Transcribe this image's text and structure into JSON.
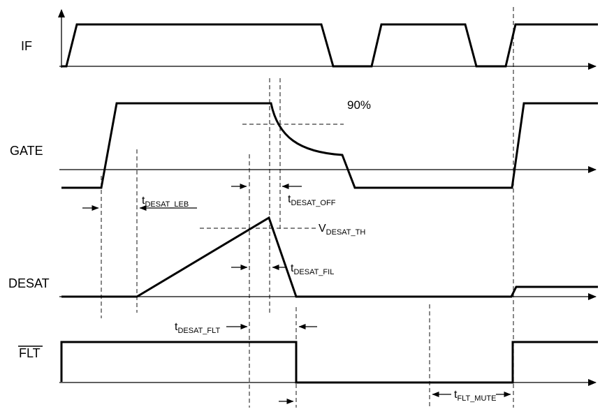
{
  "colors": {
    "background": "#ffffff",
    "line": "#000000",
    "dashed_guide": "#3a3a3a"
  },
  "signals": [
    {
      "name": "IF"
    },
    {
      "name": "GATE"
    },
    {
      "name": "DESAT"
    },
    {
      "name": "FLT",
      "overline": true
    }
  ],
  "labels": {
    "gate_90pct": "90%",
    "v_desat_th": {
      "main": "V",
      "sub": "DESAT_TH"
    },
    "t_desat_leb": {
      "main": "t",
      "sub": "DESAT_LEB"
    },
    "t_desat_off": {
      "main": "t",
      "sub": "DESAT_OFF"
    },
    "t_desat_fil": {
      "main": "t",
      "sub": "DESAT_FIL"
    },
    "t_desat_flt": {
      "main": "t",
      "sub": "DESAT_FLT"
    },
    "t_flt_mute": {
      "main": "t",
      "sub": "FLT_MUTE"
    }
  }
}
